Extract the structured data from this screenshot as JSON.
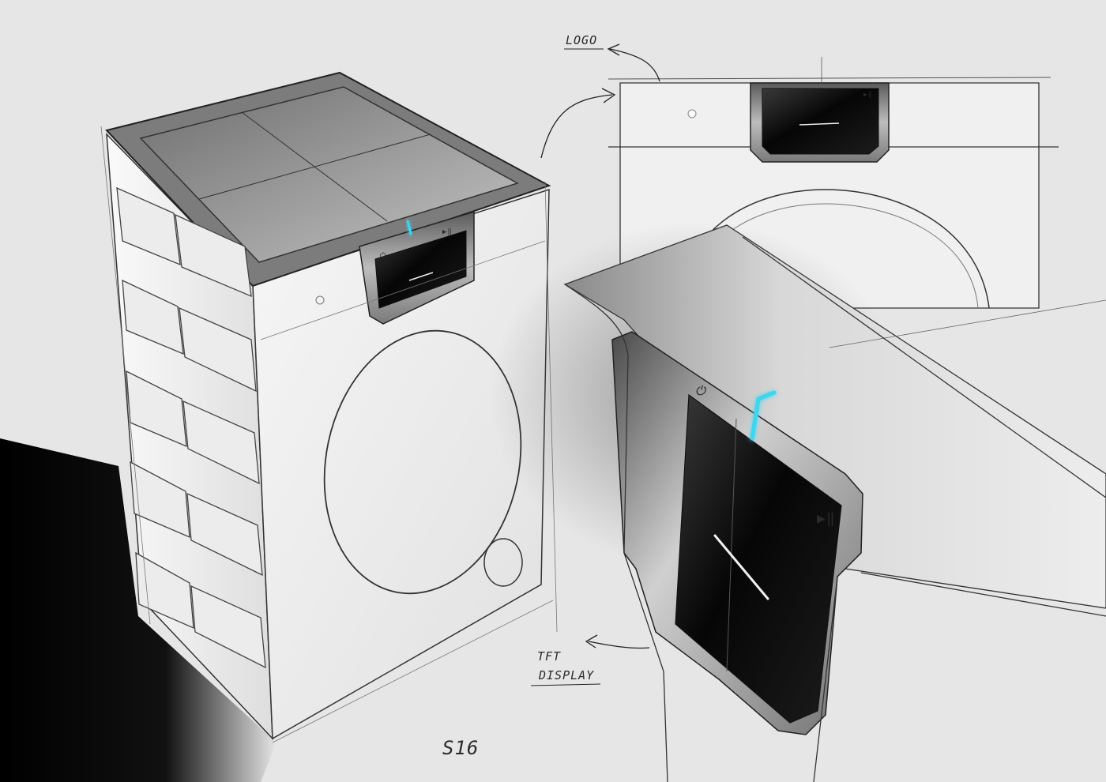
{
  "annotations": {
    "logo_label": "LOGO",
    "tft_line1": "TFT",
    "tft_line2": "DISPLAY",
    "signature": "S16"
  },
  "colors": {
    "background": "#e6e6e6",
    "accent_led": "#3ad6f0",
    "ink": "#2a2a2a",
    "screen": "#050505"
  },
  "icons": {
    "power": "power-icon",
    "play_pause": "play-pause-icon"
  }
}
